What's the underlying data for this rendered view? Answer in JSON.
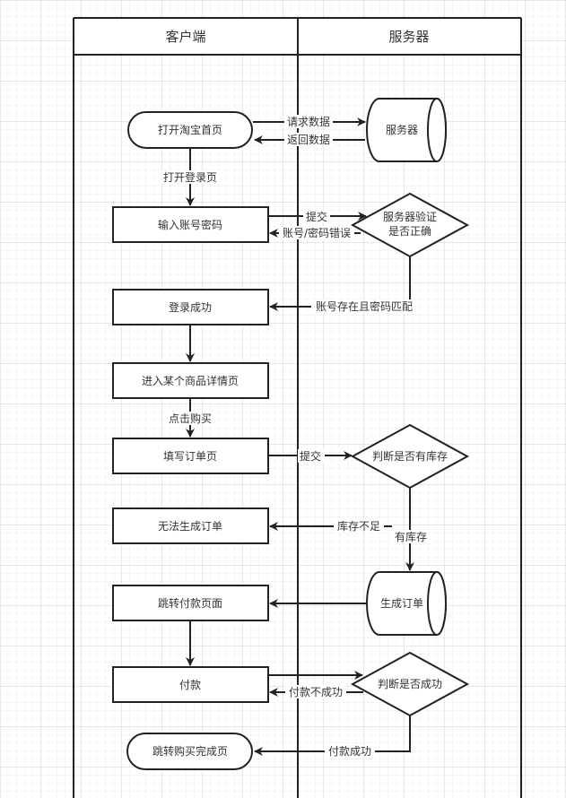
{
  "diagram": {
    "type": "swimlane-flowchart",
    "lanes": [
      {
        "id": "client",
        "title": "客户端"
      },
      {
        "id": "server",
        "title": "服务器"
      }
    ],
    "nodes": {
      "open_home": {
        "label": "打开淘宝首页",
        "shape": "rounded",
        "lane": "client"
      },
      "server_db": {
        "label": "服务器",
        "shape": "cylinder",
        "lane": "server"
      },
      "input_credentials": {
        "label": "输入账号密码",
        "shape": "rect",
        "lane": "client"
      },
      "verify": {
        "label_line1": "服务器验证",
        "label_line2": "是否正确",
        "shape": "diamond",
        "lane": "server"
      },
      "login_success": {
        "label": "登录成功",
        "shape": "rect",
        "lane": "client"
      },
      "product_detail": {
        "label": "进入某个商品详情页",
        "shape": "rect",
        "lane": "client"
      },
      "fill_order": {
        "label": "填写订单页",
        "shape": "rect",
        "lane": "client"
      },
      "check_stock": {
        "label": "判断是否有库存",
        "shape": "diamond",
        "lane": "server"
      },
      "cannot_order": {
        "label": "无法生成订单",
        "shape": "rect",
        "lane": "client"
      },
      "create_order": {
        "label": "生成订单",
        "shape": "cylinder",
        "lane": "server"
      },
      "goto_payment": {
        "label": "跳转付款页面",
        "shape": "rect",
        "lane": "client"
      },
      "pay": {
        "label": "付款",
        "shape": "rect",
        "lane": "client"
      },
      "check_payment": {
        "label": "判断是否成功",
        "shape": "diamond",
        "lane": "server"
      },
      "purchase_done": {
        "label": "跳转购买完成页",
        "shape": "rounded",
        "lane": "client"
      }
    },
    "edges": {
      "request_data": {
        "label": "请求数据",
        "from": "open_home",
        "to": "server_db"
      },
      "return_data": {
        "label": "返回数据",
        "from": "server_db",
        "to": "open_home"
      },
      "open_login": {
        "label": "打开登录页",
        "from": "open_home",
        "to": "input_credentials"
      },
      "submit_login": {
        "label": "提交",
        "from": "input_credentials",
        "to": "verify"
      },
      "login_error": {
        "label": "账号/密码错误",
        "from": "verify",
        "to": "input_credentials"
      },
      "login_match": {
        "label": "账号存在且密码匹配",
        "from": "verify",
        "to": "login_success"
      },
      "to_detail": {
        "label": "",
        "from": "login_success",
        "to": "product_detail"
      },
      "click_buy": {
        "label": "点击购买",
        "from": "product_detail",
        "to": "fill_order"
      },
      "submit_order": {
        "label": "提交",
        "from": "fill_order",
        "to": "check_stock"
      },
      "out_of_stock": {
        "label": "库存不足",
        "from": "check_stock",
        "to": "cannot_order"
      },
      "in_stock": {
        "label": "有库存",
        "from": "check_stock",
        "to": "create_order"
      },
      "to_payment": {
        "label": "",
        "from": "create_order",
        "to": "goto_payment"
      },
      "to_pay": {
        "label": "",
        "from": "goto_payment",
        "to": "pay"
      },
      "submit_pay": {
        "label": "",
        "from": "pay",
        "to": "check_payment"
      },
      "pay_failed": {
        "label": "付款不成功",
        "from": "check_payment",
        "to": "pay"
      },
      "pay_success": {
        "label": "付款成功",
        "from": "check_payment",
        "to": "purchase_done"
      }
    }
  }
}
